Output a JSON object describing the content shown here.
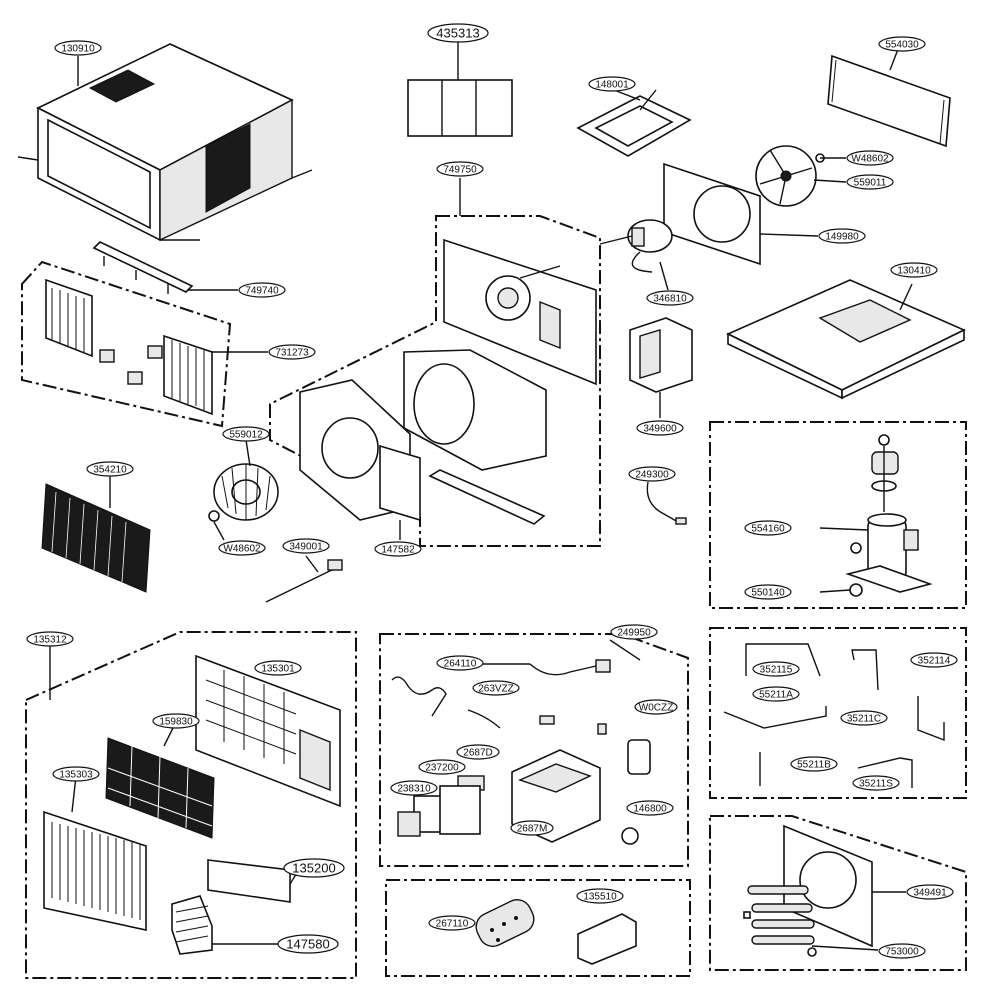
{
  "parts": {
    "p130910": "130910",
    "p435313": "435313",
    "p148001": "148001",
    "p554030": "554030",
    "p749750": "749750",
    "pW48602a": "W48602",
    "p559011": "559011",
    "p149980": "149980",
    "p749740": "749740",
    "p346810": "346810",
    "p130410": "130410",
    "p731273": "731273",
    "p559012": "559012",
    "p349600": "349600",
    "p354210": "354210",
    "p249300": "249300",
    "pW48602b": "W48602",
    "p147582": "147582",
    "p349001": "349001",
    "p554160": "554160",
    "p550140": "550140",
    "p135312": "135312",
    "p135301": "135301",
    "p159830": "159830",
    "p135303": "135303",
    "p135200": "135200",
    "p147580": "147580",
    "p249950": "249950",
    "p264110": "264110",
    "p263VZZ": "263VZZ",
    "p2687D": "2687D",
    "p237200": "237200",
    "p238310": "238310",
    "p2687M": "2687M",
    "pW0CZZ": "W0CZZ",
    "p146800": "146800",
    "p267110": "267110",
    "p135510": "135510",
    "p352115": "352115",
    "p352114": "352114",
    "p55211A": "55211A",
    "p35211C": "35211C",
    "p55211B": "55211B",
    "p35211S": "35211S",
    "p349491": "349491",
    "p753000": "753000"
  }
}
